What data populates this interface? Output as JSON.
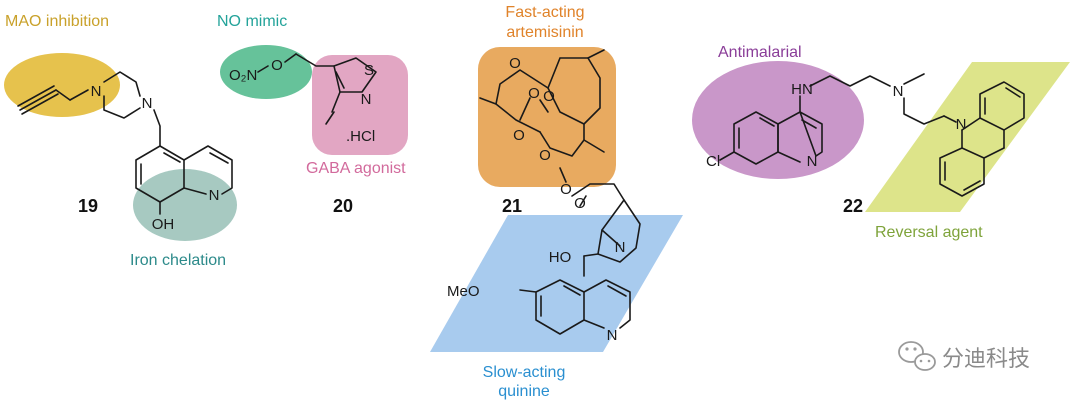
{
  "colors": {
    "mao": "#e6c24d",
    "iron": "#a7c9c1",
    "no_mimic": "#66c29a",
    "gaba": "#e2a6c3",
    "artemisinin": "#e8aa60",
    "quinine": "#a8cbee",
    "antimalarial": "#c997c9",
    "reversal": "#dde48a",
    "label_mao": "#c9a12a",
    "label_iron": "#2c8a8a",
    "label_no": "#23a39a",
    "label_gaba": "#d26a9c",
    "label_art": "#e0832a",
    "label_quinine": "#2a8fd0",
    "label_anti": "#8a3d98",
    "label_rev": "#7ea33a"
  },
  "labels": {
    "mao": "MAO inhibition",
    "iron": "Iron chelation",
    "no_mimic": "NO mimic",
    "gaba": "GABA agonist",
    "art_line1": "Fast-acting",
    "art_line2": "artemisinin",
    "quinine_line1": "Slow-acting",
    "quinine_line2": "quinine",
    "antimalarial": "Antimalarial",
    "reversal": "Reversal agent"
  },
  "compounds": [
    "19",
    "20",
    "21",
    "22"
  ],
  "atoms": {
    "c19_n1": "N",
    "c19_n2": "N",
    "c19_nq": "N",
    "c19_oh": "OH",
    "c20_o2n": "O₂N",
    "c20_o": "O",
    "c20_s": "S",
    "c20_n": "N",
    "c20_hcl": ".HCl",
    "c21_o1": "O",
    "c21_o2": "O",
    "c21_o3": "O",
    "c21_o4": "O",
    "c21_o5": "O",
    "c21_o6": "O",
    "c21_o7": "O",
    "c21_ho": "HO",
    "c21_n1": "N",
    "c21_n2": "N",
    "c21_meo": "MeO",
    "c22_hn": "HN",
    "c22_n1": "N",
    "c22_nq": "N",
    "c22_cl": "Cl",
    "c22_n2": "N"
  },
  "watermark": {
    "icon": "wechat-icon",
    "text": "分迪科技"
  }
}
